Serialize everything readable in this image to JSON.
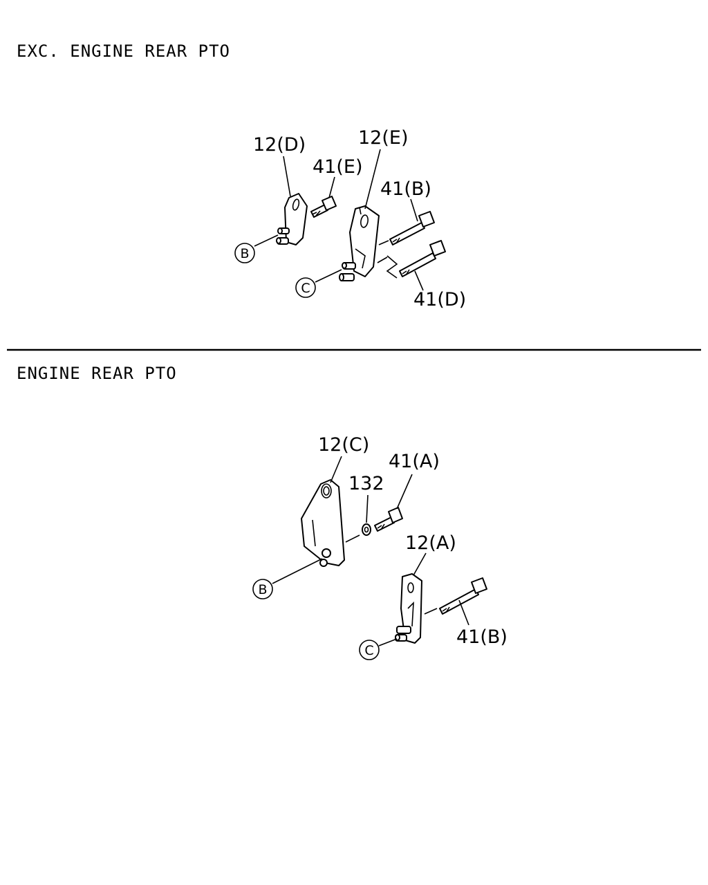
{
  "sections": {
    "upper_title": "EXC. ENGINE REAR PTO",
    "lower_title": "ENGINE REAR PTO"
  },
  "upper": {
    "labels": {
      "bracket_d": "12(D)",
      "bracket_e": "12(E)",
      "bolt_e": "41(E)",
      "bolt_b": "41(B)",
      "bolt_d": "41(D)"
    },
    "refs": {
      "b": "B",
      "c": "C"
    }
  },
  "lower": {
    "labels": {
      "bracket_c": "12(C)",
      "washer": "132",
      "bolt_a": "41(A)",
      "bracket_a": "12(A)",
      "bolt_b": "41(B)"
    },
    "refs": {
      "b": "B",
      "c": "C"
    }
  }
}
